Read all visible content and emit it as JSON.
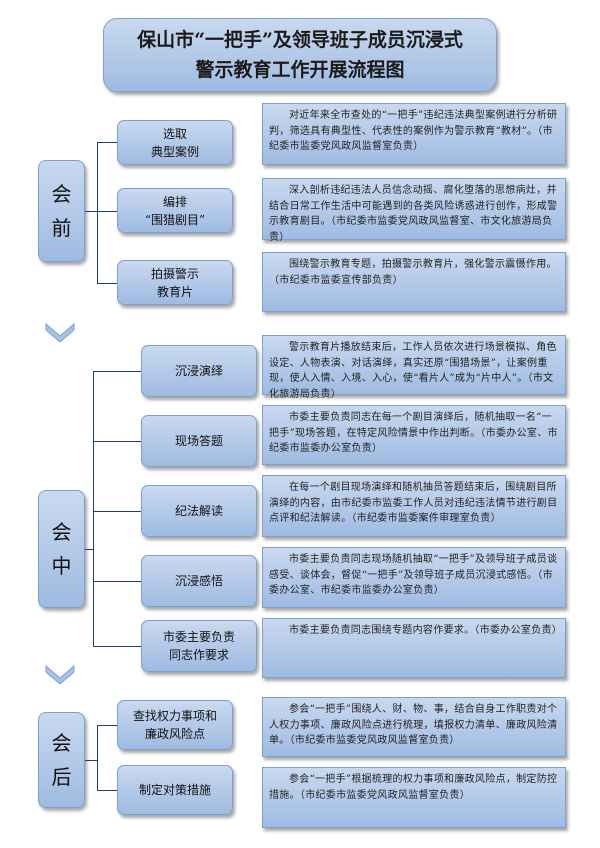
{
  "title": {
    "line1": "保山市“一把手”及领导班子成员沉浸式",
    "line2": "警示教育工作开展流程图"
  },
  "phases": [
    {
      "label1": "会",
      "label2": "前"
    },
    {
      "label1": "会",
      "label2": "中"
    },
    {
      "label1": "会",
      "label2": "后"
    }
  ],
  "steps": [
    {
      "line1": "选取",
      "line2": "典型案例",
      "desc": "对近年来全市查处的“一把手”违纪违法典型案例进行分析研判，筛选具有典型性、代表性的案例作为警示教育“教材”。（市纪委市监委党风政风监督室负责）"
    },
    {
      "line1": "编排",
      "line2": "“围猎剧目”",
      "desc": "深入剖析违纪违法人员信念动摇、腐化堕落的思想病灶，并结合日常工作生活中可能遇到的各类风险诱惑进行创作，形成警示教育剧目。（市纪委市监委党风政风监督室、市文化旅游局负责）"
    },
    {
      "line1": "拍摄警示",
      "line2": "教育片",
      "desc": "围绕警示教育专题，拍摄警示教育片，强化警示震慑作用。（市纪委市监委宣传部负责）"
    },
    {
      "line1": "沉浸演绎",
      "line2": "",
      "desc": "警示教育片播放结束后，工作人员依次进行场景模拟、角色设定、人物表演、对话演绎，真实还原“围猎场景”，让案例重现，使人入情、入境、入心，使“看片人”成为“片中人”。（市文化旅游局负责）"
    },
    {
      "line1": "现场答题",
      "line2": "",
      "desc": "市委主要负责同志在每一个剧目演绎后，随机抽取一名“一把手”现场答题，在特定风险情景中作出判断。（市委办公室、市纪委市监委办公室负责）"
    },
    {
      "line1": "纪法解读",
      "line2": "",
      "desc": "在每一个剧目现场演绎和随机抽员答题结束后，围绕剧目所演绎的内容，由市纪委市监委工作人员对违纪违法情节进行剧目点评和纪法解读。（市纪委市监委案件审理室负责）"
    },
    {
      "line1": "沉浸感悟",
      "line2": "",
      "desc": "市委主要负责同志现场随机抽取“一把手”及领导班子成员谈感受、谈体会，督促“一把手”及领导班子成员沉浸式感悟。（市委办公室、市纪委市监委办公室负责）"
    },
    {
      "line1": "市委主要负责",
      "line2": "同志作要求",
      "desc": "市委主要负责同志围绕专题内容作要求。（市委办公室负责）"
    },
    {
      "line1": "查找权力事项和",
      "line2": "廉政风险点",
      "desc": "参会“一把手”围绕人、财、物、事，结合自身工作职责对个人权力事项、廉政风险点进行梳理，填报权力清单、廉政风险清单。（市纪委市监委党风政风监督室负责）"
    },
    {
      "line1": "制定对策措施",
      "line2": "",
      "desc": "参会“一把手”根据梳理的权力事项和廉政风险点，制定防控措施。（市纪委市监委党风政风监督室负责）"
    }
  ]
}
